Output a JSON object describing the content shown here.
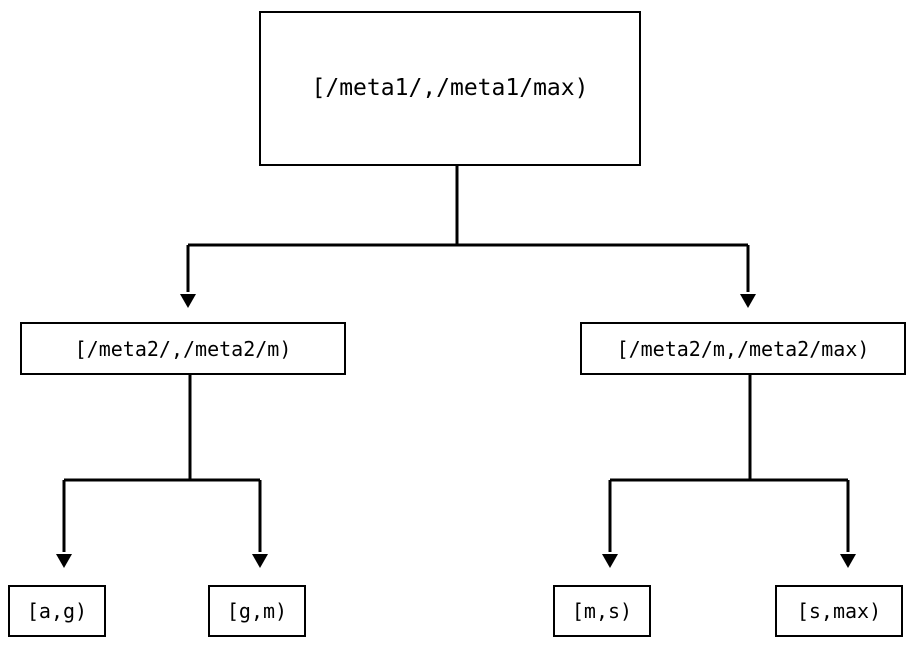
{
  "diagram": {
    "type": "binary-tree",
    "title": "",
    "background_color": "#ffffff",
    "line_color": "#000000",
    "text_color": "#000000",
    "nodes": {
      "root": {
        "label": "[/meta1/,/meta1/max)",
        "level": 0
      },
      "mid_left": {
        "label": "[/meta2/,/meta2/m)",
        "level": 1
      },
      "mid_right": {
        "label": "[/meta2/m,/meta2/max)",
        "level": 1
      },
      "leaf_ag": {
        "label": "[a,g)",
        "level": 2
      },
      "leaf_gm": {
        "label": "[g,m)",
        "level": 2
      },
      "leaf_ms": {
        "label": "[m,s)",
        "level": 2
      },
      "leaf_smax": {
        "label": "[s,max)",
        "level": 2
      }
    },
    "edges": [
      {
        "from": "root",
        "to": "mid_left",
        "arrow": "down-triangle"
      },
      {
        "from": "root",
        "to": "mid_right",
        "arrow": "down-triangle"
      },
      {
        "from": "mid_left",
        "to": "leaf_ag",
        "arrow": "down-triangle"
      },
      {
        "from": "mid_left",
        "to": "leaf_gm",
        "arrow": "down-triangle"
      },
      {
        "from": "mid_right",
        "to": "leaf_ms",
        "arrow": "down-triangle"
      },
      {
        "from": "mid_right",
        "to": "leaf_smax",
        "arrow": "down-triangle"
      }
    ]
  }
}
